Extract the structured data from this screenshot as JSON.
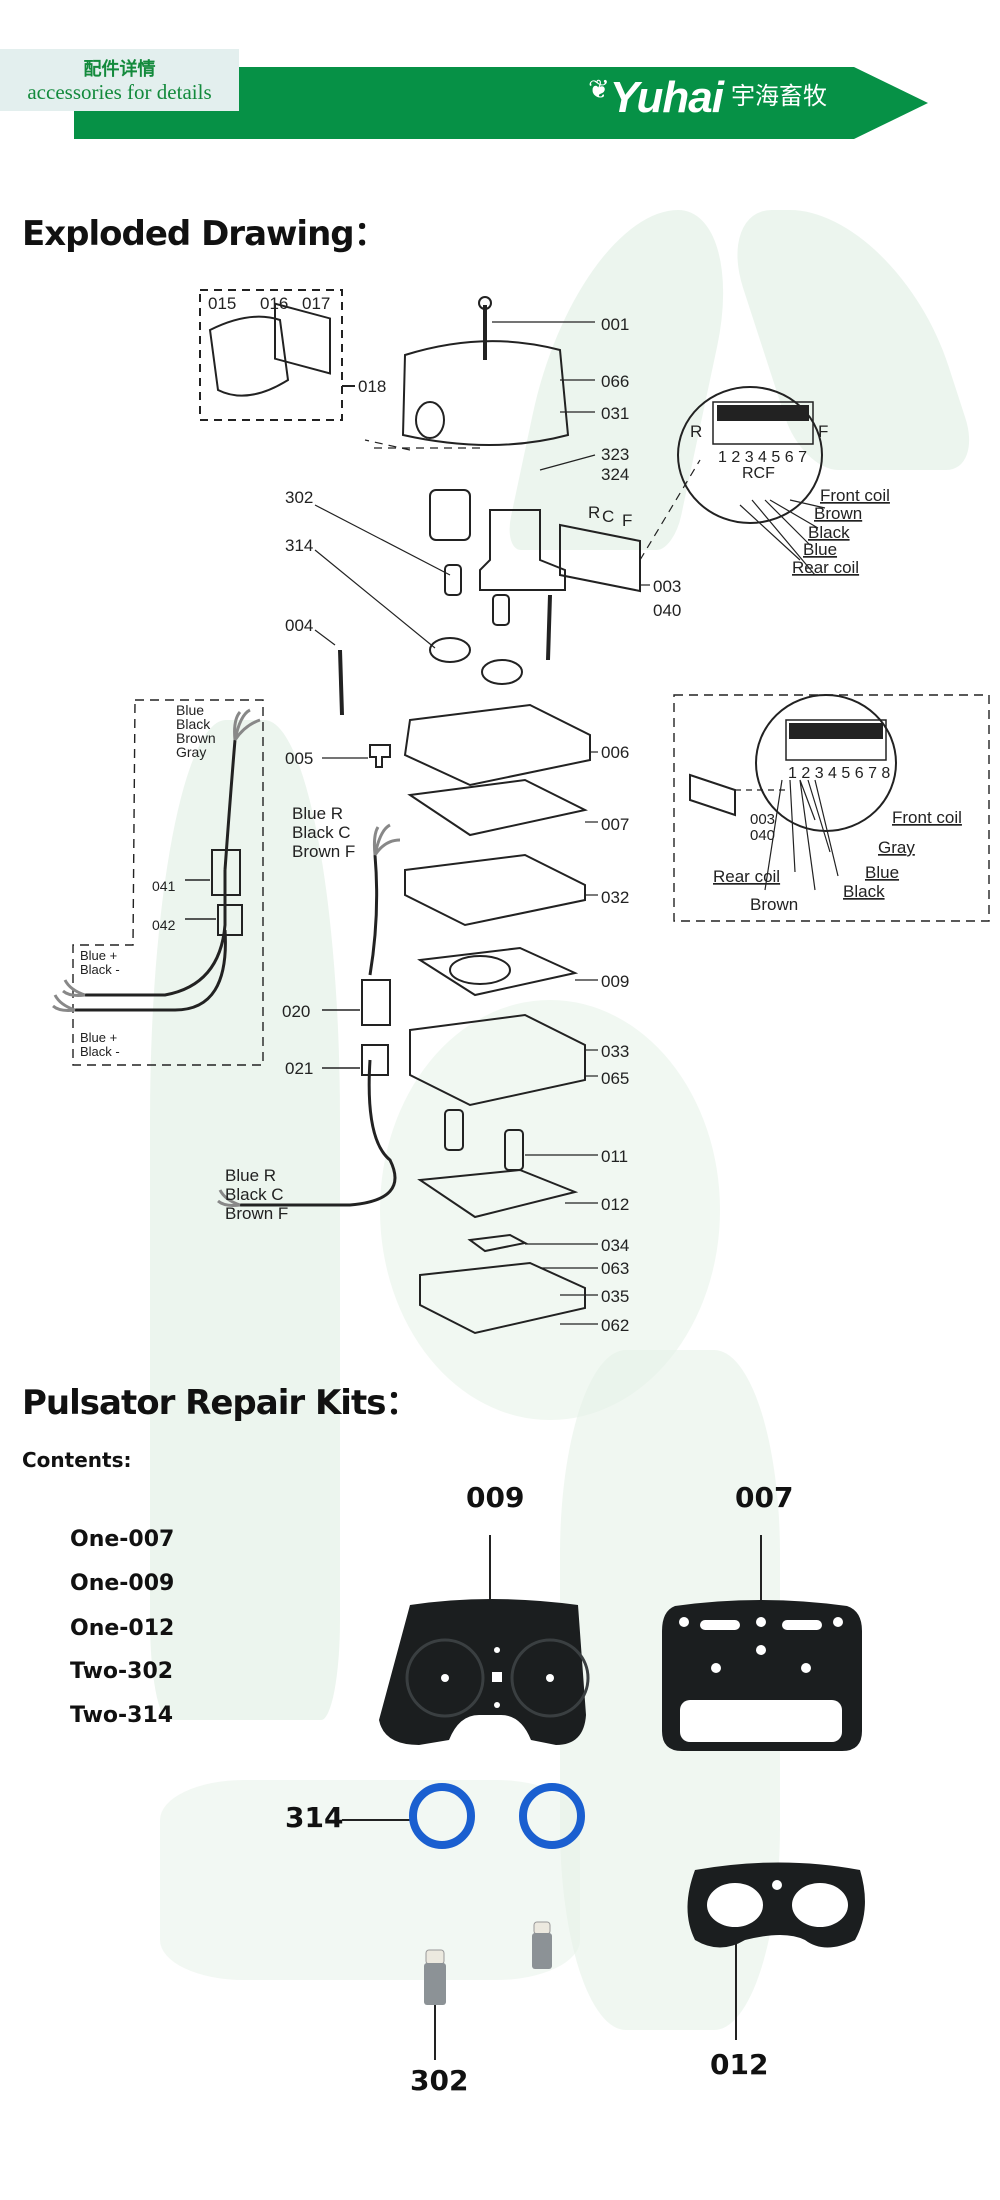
{
  "header": {
    "tag_cn": "配件详情",
    "tag_en": "accessories for details",
    "logo_text": "Yuhai",
    "logo_cn": "宇海畜牧",
    "brand_color": "#069146"
  },
  "exploded": {
    "title": "Exploded Drawing：",
    "parts": {
      "p001": "001",
      "p066": "066",
      "p031": "031",
      "p323": "323",
      "p324": "324",
      "p302": "302",
      "p314": "314",
      "p003": "003",
      "p040": "040",
      "p004": "004",
      "p005": "005",
      "p006": "006",
      "p007": "007",
      "p032": "032",
      "p009": "009",
      "p020": "020",
      "p021": "021",
      "p033": "033",
      "p065": "065",
      "p011": "011",
      "p012": "012",
      "p034": "034",
      "p063": "063",
      "p035": "035",
      "p062": "062",
      "p015": "015",
      "p016": "016",
      "p017": "017",
      "p018": "018",
      "p041": "041",
      "p042": "042"
    },
    "plate_letters": {
      "r": "R",
      "c": "C",
      "f": "F"
    },
    "wires_4": [
      "Blue",
      "Black",
      "Brown",
      "Gray"
    ],
    "wires_3": [
      "Blue R",
      "Black C",
      "Brown F"
    ],
    "wires_2a": [
      "Blue +",
      "Black -"
    ],
    "wires_2b": [
      "Blue +",
      "Black -"
    ],
    "wires_3b": [
      "Blue R",
      "Black C",
      "Brown F"
    ],
    "terminal_1": {
      "left": "R",
      "right": "F",
      "numbers": "1 2 3 4 5 6 7",
      "sub": "RCF",
      "labels": [
        "Front coil",
        "Brown",
        "Black",
        "Blue",
        "Rear coil"
      ]
    },
    "terminal_2": {
      "numbers": "1 2 3 4 5 6 7 8",
      "p003": "003",
      "p040": "040",
      "labels": [
        "Front  coil",
        "Gray",
        "Blue",
        "Black",
        "Rear coil",
        "Brown"
      ]
    }
  },
  "kits": {
    "title": "Pulsator Repair Kits：",
    "contents_label": "Contents:",
    "items": [
      "One-007",
      "One-009",
      "One-012",
      "Two-302",
      "Two-314"
    ],
    "photo_labels": {
      "p009": "009",
      "p007": "007",
      "p314": "314",
      "p012": "012",
      "p302": "302"
    },
    "ring_color": "#1a5fd0"
  }
}
